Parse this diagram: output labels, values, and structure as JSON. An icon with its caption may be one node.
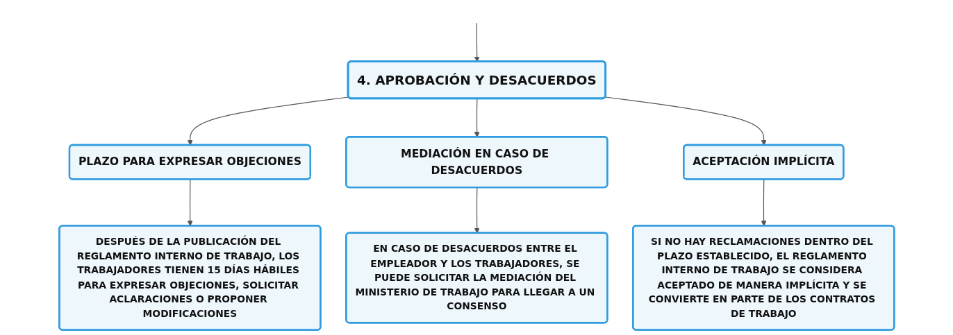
{
  "diagram": {
    "nodes": [
      {
        "text": [
          "4. APROBACIÓN Y DESACUERDOS"
        ]
      },
      {
        "text": [
          "PLAZO PARA EXPRESAR OBJECIONES"
        ]
      },
      {
        "text": [
          "MEDIACIÓN EN CASO DE DESACUERDOS"
        ]
      },
      {
        "text": [
          "ACEPTACIÓN IMPLÍCITA"
        ]
      },
      {
        "text": [
          "DESPUÉS DE LA PUBLICACIÓN DEL REGLAMENTO INTERNO DE TRABAJO, LOS TRABAJADORES TIENEN 15 DÍAS HÁBILES PARA EXPRESAR OBJECIONES, SOLICITAR ACLARACIONES O PROPONER MODIFICACIONES"
        ]
      },
      {
        "text": [
          "EN CASO DE DESACUERDOS ENTRE EL EMPLEADOR Y LOS TRABAJADORES, SE PUEDE SOLICITAR LA MEDIACIÓN DEL MINISTERIO DE TRABAJO PARA LLEGAR A UN CONSENSO"
        ]
      },
      {
        "text": [
          "SI NO HAY RECLAMACIONES DENTRO DEL PLAZO ESTABLECIDO, EL REGLAMENTO INTERNO DE TRABAJO SE CONSIDERA ACEPTADO DE MANERA IMPLÍCITA Y SE CONVIERTE EN PARTE DE LOS CONTRATOS DE TRABAJO"
        ]
      }
    ],
    "edges": [
      {
        "from": null,
        "to": 0,
        "arrow": "to"
      },
      {
        "from": 0,
        "to": 1,
        "arrow": "to"
      },
      {
        "from": 0,
        "to": 2,
        "arrow": "to"
      },
      {
        "from": 0,
        "to": 3,
        "arrow": "to"
      },
      {
        "from": 1,
        "to": 4,
        "arrow": "to"
      },
      {
        "from": 2,
        "to": 5,
        "arrow": "to"
      },
      {
        "from": 3,
        "to": 6,
        "arrow": "to"
      }
    ]
  }
}
